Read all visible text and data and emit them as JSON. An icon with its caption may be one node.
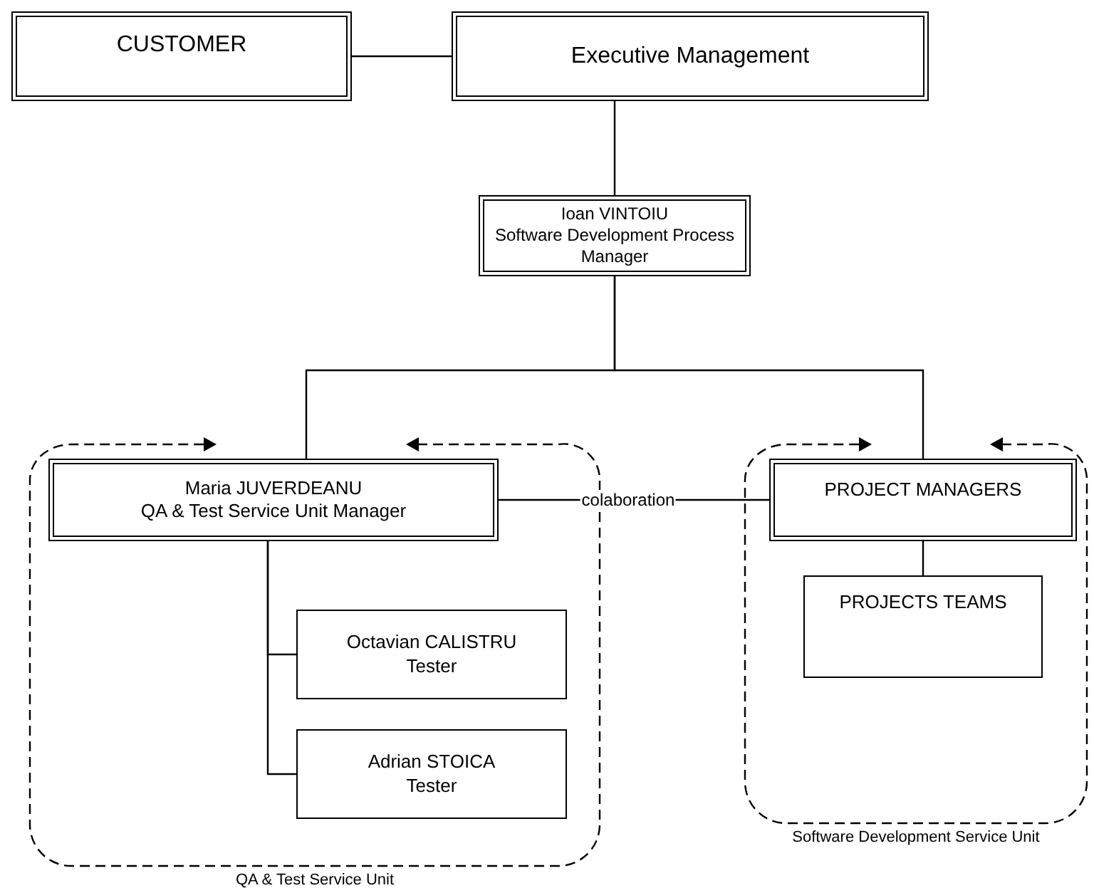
{
  "diagram": {
    "nodes": [
      {
        "text": [
          "CUSTOMER"
        ]
      },
      {
        "text": [
          "Executive Management"
        ]
      },
      {
        "text": [
          "Ioan VINTOIU",
          "Software Development Process Manager"
        ]
      },
      {
        "text": [
          "QA & Test Service Unit"
        ]
      },
      {
        "text": [
          "Maria JUVERDEANU",
          "QA & Test Service Unit Manager"
        ],
        "in": 3
      },
      {
        "text": [
          "Octavian CALISTRU",
          "Tester"
        ],
        "in": 3
      },
      {
        "text": [
          "Adrian STOICA",
          "Tester"
        ],
        "in": 3
      },
      {
        "text": [
          "Software Development Service Unit"
        ]
      },
      {
        "text": [
          "PROJECT MANAGERS"
        ],
        "in": 7
      },
      {
        "text": [
          "PROJECTS TEAMS"
        ],
        "in": 7
      }
    ],
    "edges": [
      {
        "from": 0,
        "to": 1,
        "arrow": "none"
      },
      {
        "from": 1,
        "to": 2,
        "arrow": "none"
      },
      {
        "from": 2,
        "to": 4,
        "arrow": "none"
      },
      {
        "from": 2,
        "to": 8,
        "arrow": "none"
      },
      {
        "from": 4,
        "to": 8,
        "arrow": "none",
        "label": "colaboration"
      },
      {
        "from": 4,
        "to": 5,
        "arrow": "none"
      },
      {
        "from": 4,
        "to": 6,
        "arrow": "none"
      },
      {
        "from": 8,
        "to": 9,
        "arrow": "none"
      }
    ]
  }
}
